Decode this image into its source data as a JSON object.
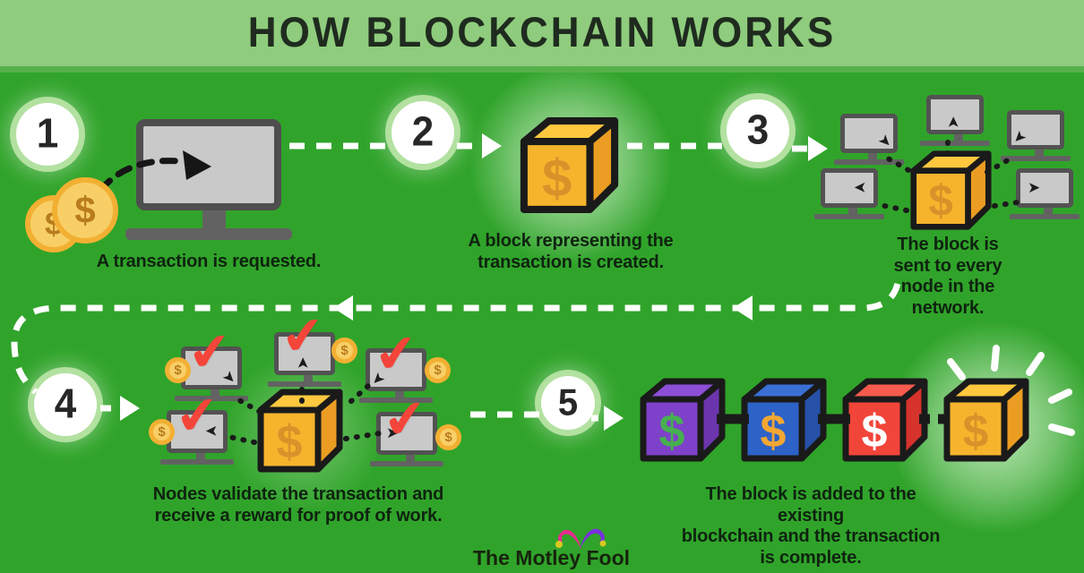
{
  "header": {
    "title": "HOW BLOCKCHAIN WORKS"
  },
  "steps": [
    {
      "number": "1",
      "caption": "A transaction is requested."
    },
    {
      "number": "2",
      "caption": "A block representing the\ntransaction is created."
    },
    {
      "number": "3",
      "caption": "The block is sent to every\nnode in the network."
    },
    {
      "number": "4",
      "caption": "Nodes validate the transaction and\nreceive a reward for proof of work."
    },
    {
      "number": "5",
      "caption": "The block is added to the existing\nblockchain and the transaction is complete."
    }
  ],
  "symbols": {
    "dollar": "$",
    "check": "✔",
    "arrow": "➤"
  },
  "logo": {
    "text": "The Motley Fool"
  },
  "colors": {
    "background_green": "#30a42a",
    "header_green": "#8fcc7d",
    "block_yellow": "#f6b42d",
    "block_purple": "#7e41c9",
    "block_blue": "#2d62c7",
    "block_red": "#f2453a",
    "coin_gold": "#f8cf67",
    "check_red": "#f4453a",
    "dash_white": "#ffffff",
    "outline_black": "#1a1a1a"
  }
}
